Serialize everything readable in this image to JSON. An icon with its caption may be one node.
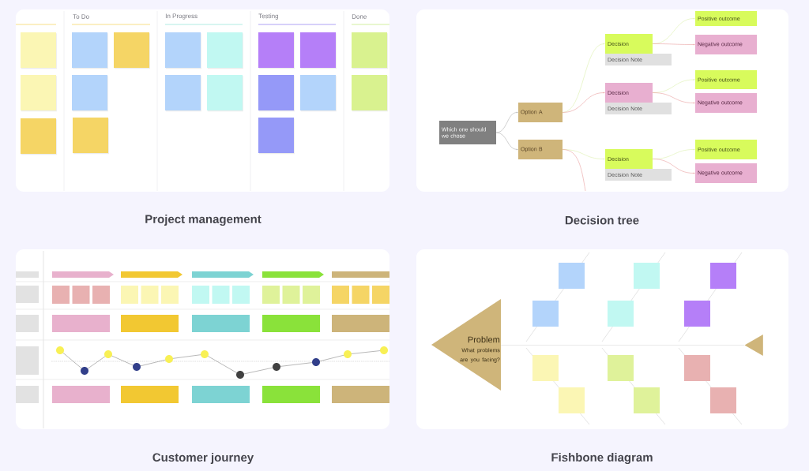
{
  "diagram": {
    "nodes": [
      {
        "text": [],
        "shape": "box",
        "beside": [
          "Project management"
        ]
      },
      {
        "text": [],
        "shape": "box",
        "beside": [
          "Decision tree"
        ]
      },
      {
        "text": [],
        "shape": "box",
        "beside": [
          "Customer journey"
        ]
      },
      {
        "text": [],
        "shape": "box",
        "beside": [
          "Fishbone diagram"
        ]
      },
      {
        "text": [
          "Which one should we chose"
        ],
        "in": 1
      },
      {
        "text": [
          "Option A"
        ],
        "in": 1
      },
      {
        "text": [
          "Option B"
        ],
        "in": 1
      },
      {
        "text": [
          "Decision"
        ],
        "in": 1
      },
      {
        "text": [
          "Decision Note"
        ],
        "in": 1
      },
      {
        "text": [
          "Decision"
        ],
        "in": 1
      },
      {
        "text": [
          "Decision Note"
        ],
        "in": 1
      },
      {
        "text": [
          "Decision"
        ],
        "in": 1
      },
      {
        "text": [
          "Decision Note"
        ],
        "in": 1
      },
      {
        "text": [
          "Positive outcome"
        ],
        "in": 1
      },
      {
        "text": [
          "Negative outcome"
        ],
        "in": 1
      },
      {
        "text": [
          "Positive outcome"
        ],
        "in": 1
      },
      {
        "text": [
          "Negative outcome"
        ],
        "in": 1
      },
      {
        "text": [
          "Positive outcome"
        ],
        "in": 1
      },
      {
        "text": [
          "Negative outcome"
        ],
        "in": 1
      },
      {
        "text": [
          "Problem",
          "What problems are you facing?"
        ],
        "in": 3
      },
      {
        "text": [],
        "shape": "triangle",
        "in": 3
      }
    ],
    "edges": [
      {
        "from": 4,
        "to": 5,
        "arrow": "to",
        "color": "#a0a0a0"
      },
      {
        "from": 4,
        "to": 6,
        "arrow": "to",
        "color": "#a0a0a0"
      },
      {
        "from": 5,
        "to": 7,
        "arrow": "to",
        "color": "#d5ec9c"
      },
      {
        "from": 5,
        "to": 9,
        "arrow": "to",
        "color": "#e48c8c"
      },
      {
        "from": 6,
        "to": 11,
        "arrow": "to",
        "color": "#d5ec9c"
      },
      {
        "from": 6,
        "to": null,
        "arrow": "none",
        "color": "#e48c8c"
      },
      {
        "from": 7,
        "to": 13,
        "arrow": "to",
        "color": "#d5ec9c"
      },
      {
        "from": 7,
        "to": 14,
        "arrow": "to",
        "color": "#e48c8c"
      },
      {
        "from": 9,
        "to": 15,
        "arrow": "to",
        "color": "#d5ec9c"
      },
      {
        "from": 9,
        "to": 16,
        "arrow": "to",
        "color": "#e48c8c"
      },
      {
        "from": 11,
        "to": 17,
        "arrow": "to",
        "color": "#d5ec9c"
      },
      {
        "from": 11,
        "to": 18,
        "arrow": "to",
        "color": "#e48c8c"
      },
      {
        "from": 19,
        "to": 20,
        "arrow": "none",
        "color": "#d4d4d4"
      }
    ],
    "labels": [
      "To Do",
      "In Progress",
      "Testing",
      "Done"
    ]
  }
}
